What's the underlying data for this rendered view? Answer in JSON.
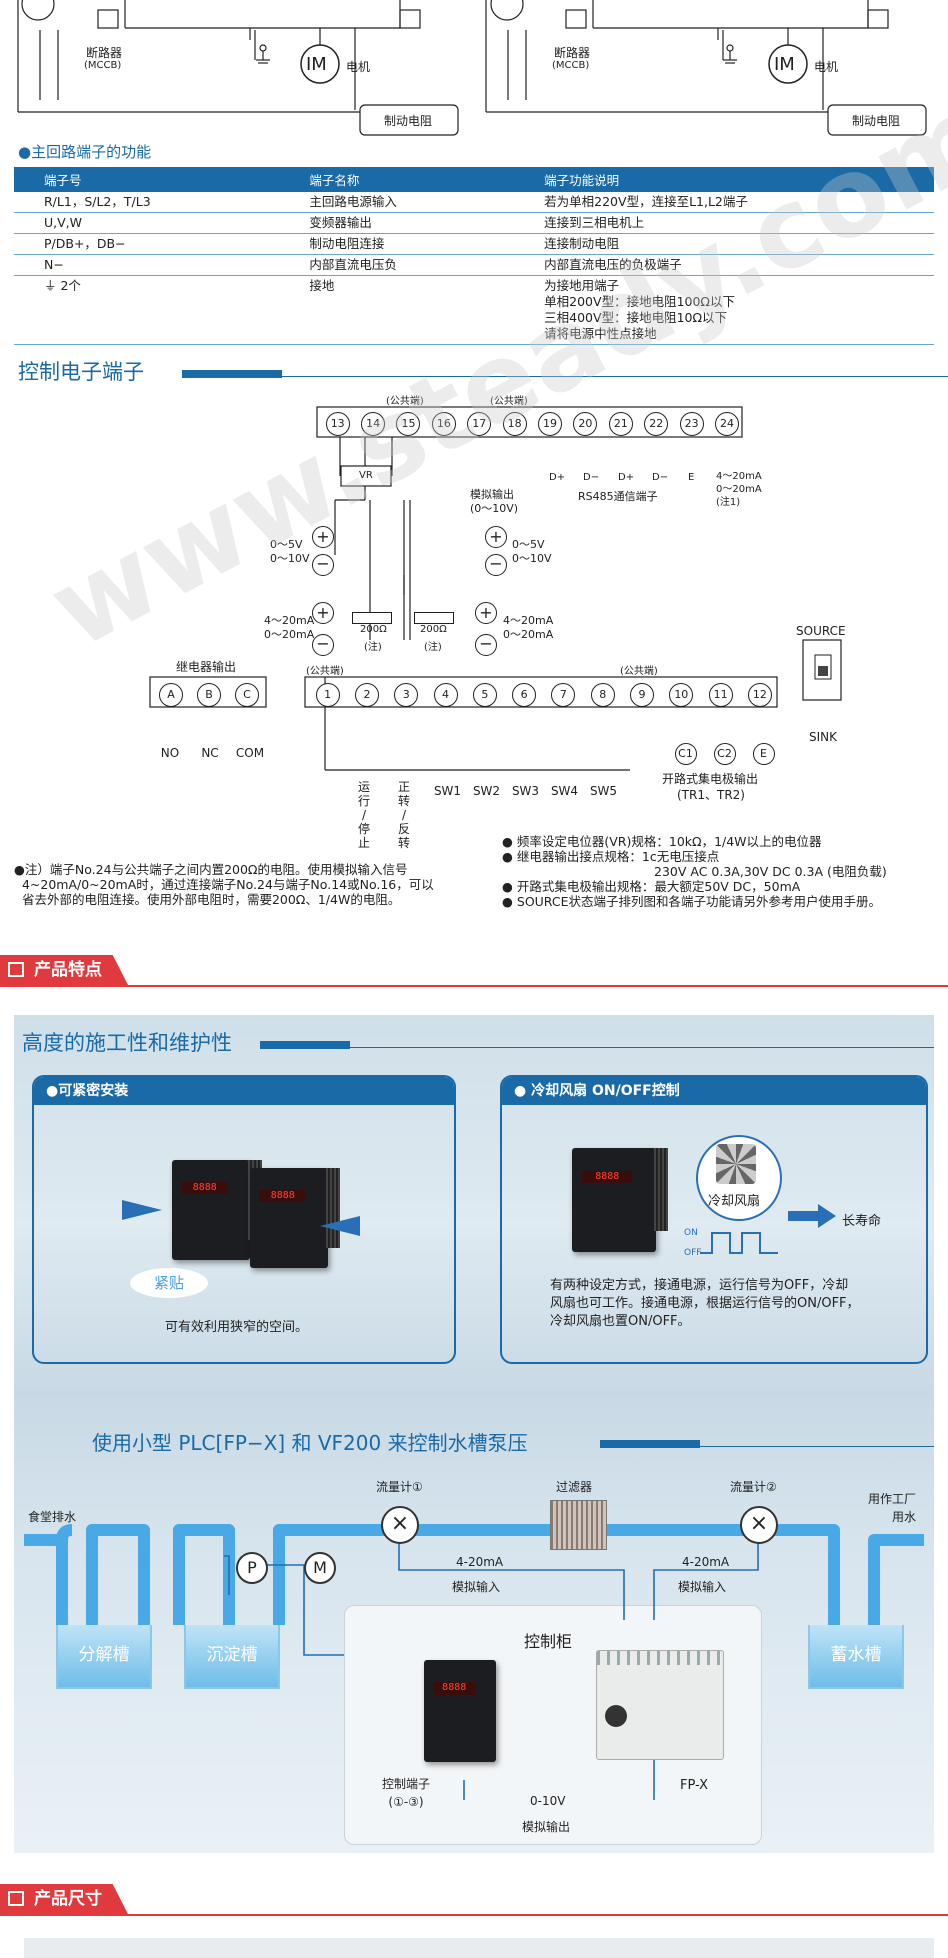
{
  "top_diagram": {
    "breaker_label": "断路器",
    "breaker_sub": "(MCCB)",
    "motor_symbol": "IM",
    "motor_label": "电机",
    "brake_resistor": "制动电阻"
  },
  "main_terminal": {
    "heading": "●主回路端子的功能",
    "columns": [
      "端子号",
      "端子名称",
      "端子功能说明"
    ],
    "rows": [
      [
        "R/L1，S/L2，T/L3",
        "主回路电源输入",
        "若为单相220V型，连接至L1,L2端子"
      ],
      [
        "U,V,W",
        "变频器输出",
        "连接到三相电机上"
      ],
      [
        "P/DB+，DB−",
        "制动电阻连接",
        "连接制动电阻"
      ],
      [
        "N−",
        "内部直流电压负",
        "内部直流电压的负极端子"
      ],
      [
        "2个",
        "接地",
        "为接地用端子\n单相200V型：接地电阻100Ω以下\n三相400V型：接地电阻10Ω以下\n请将电源中性点接地"
      ]
    ]
  },
  "control_terminal": {
    "title": "控制电子端子",
    "common_label": "(公共端)",
    "top_terminals": [
      "13",
      "14",
      "15",
      "16",
      "17",
      "18",
      "19",
      "20",
      "21",
      "22",
      "23",
      "24"
    ],
    "vr_label": "VR",
    "analog_out": "模拟输出",
    "analog_out_range": "(0～10V)",
    "rs485": "RS485通信端子",
    "d_plus": "D+",
    "d_minus": "D−",
    "e_label": "E",
    "t24_range": "4～20mA\n0～20mA\n(注1)",
    "v5": "0～5V",
    "v10": "0～10V",
    "ma420": "4～20mA",
    "ma020": "0～20mA",
    "r200": "200Ω",
    "note_short": "(注)",
    "relay_out": "继电器输出",
    "relay_terms": [
      "A",
      "B",
      "C"
    ],
    "relay_labels": [
      "NO",
      "NC",
      "COM"
    ],
    "bottom_terminals": [
      "1",
      "2",
      "3",
      "4",
      "5",
      "6",
      "7",
      "8",
      "9",
      "10",
      "11",
      "12"
    ],
    "source": "SOURCE",
    "sink": "SINK",
    "switch_labels": [
      "SW1",
      "SW2",
      "SW3",
      "SW4",
      "SW5"
    ],
    "run_stop": "运\n行\n/\n停\n止",
    "fwd_rev": "正\n转\n/\n反\n转",
    "oc_terms": [
      "C1",
      "C2",
      "E"
    ],
    "oc_out": "开路式集电极输出",
    "oc_tr": "(TR1、TR2)",
    "note_left": "●注）端子No.24与公共端子之间内置200Ω的电阻。使用模拟输入信号\n  4~20mA/0~20mA时，通过连接端子No.24与端子No.14或No.16，可以\n  省去外部的电阻连接。使用外部电阻时，需要200Ω、1/4W的电阻。",
    "notes_right": [
      "● 频率设定电位器(VR)规格：10kΩ，1/4W以上的电位器",
      "● 继电器输出接点规格：1c无电压接点",
      "230V AC 0.3A,30V DC 0.3A (电阻负载)",
      "● 开路式集电极输出规格：最大额定50V DC，50mA",
      "● SOURCE状态端子排列图和各端子功能请另外参考用户使用手册。"
    ]
  },
  "features": {
    "section_label": "产品特点",
    "heading1": "高度的施工性和维护性",
    "panel1_title": "●可紧密安装",
    "panel1_tag": "紧贴",
    "panel1_caption": "可有效利用狭窄的空间。",
    "panel2_title": "● 冷却风扇  ON/OFF控制",
    "panel2_fan": "冷却风扇",
    "panel2_arrow": "长寿命",
    "panel2_on": "ON",
    "panel2_off": "OFF",
    "panel2_desc": "有两种设定方式，接通电源，运行信号为OFF，冷却\n风扇也可工作。接通电源，根据运行信号的ON/OFF，\n冷却风扇也置ON/OFF。",
    "drive_display": "8888",
    "heading2": "使用小型 PLC[FP−X] 和 VF200 来控制水槽泵压",
    "canteen_drain": "食堂排水",
    "tank1": "分解槽",
    "tank2": "沉淀槽",
    "tank3": "蓄水槽",
    "flow1": "流量计①",
    "flow2": "流量计②",
    "filter": "过滤器",
    "factory_use": "用作工厂\n用水",
    "pump_p": "P",
    "pump_m": "M",
    "ma_in": "4-20mA",
    "analog_in": "模拟输入",
    "cabinet": "控制柜",
    "ctrl_term": "控制端子\n(①-③)",
    "v010": "0-10V",
    "analog_out": "模拟输出",
    "fpx": "FP-X"
  },
  "dimensions": {
    "section_label": "产品尺寸"
  },
  "watermark": "www.steady.com"
}
